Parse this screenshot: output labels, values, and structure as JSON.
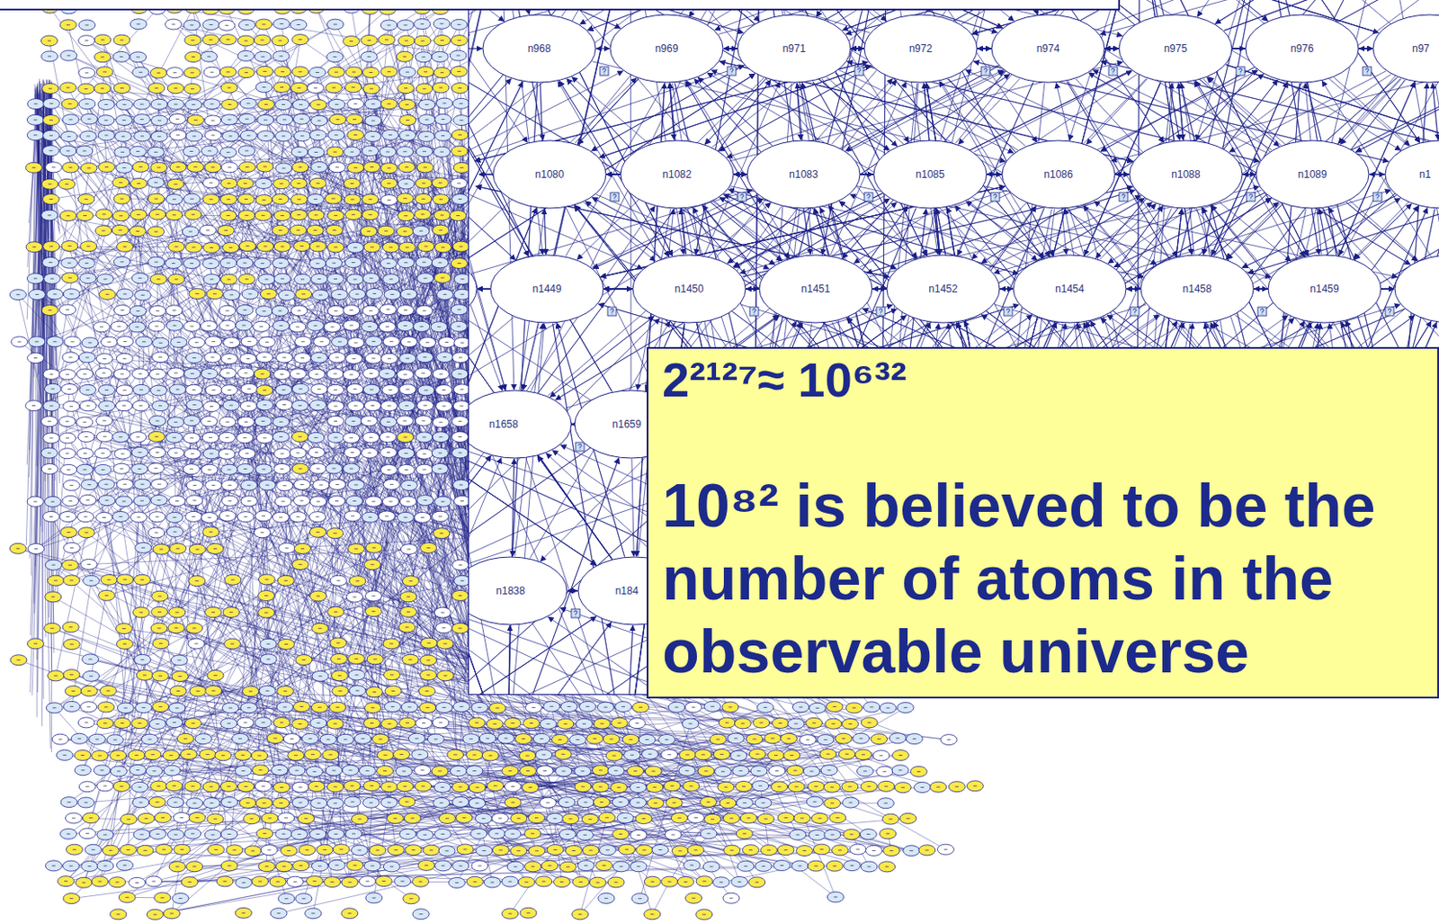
{
  "diagram": {
    "nodes": [
      {
        "text": [
          "n968"
        ]
      },
      {
        "text": [
          "n969"
        ]
      },
      {
        "text": [
          "n971"
        ]
      },
      {
        "text": [
          "n972"
        ]
      },
      {
        "text": [
          "n974"
        ]
      },
      {
        "text": [
          "n975"
        ]
      },
      {
        "text": [
          "n976"
        ]
      },
      {
        "text": [
          "n97"
        ]
      },
      {
        "text": [
          "n1080"
        ]
      },
      {
        "text": [
          "n1082"
        ]
      },
      {
        "text": [
          "n1083"
        ]
      },
      {
        "text": [
          "n1085"
        ]
      },
      {
        "text": [
          "n1086"
        ]
      },
      {
        "text": [
          "n1088"
        ]
      },
      {
        "text": [
          "n1089"
        ]
      },
      {
        "text": [
          "n1"
        ]
      },
      {
        "text": [
          "n1449"
        ]
      },
      {
        "text": [
          "n1450"
        ]
      },
      {
        "text": [
          "n1451"
        ]
      },
      {
        "text": [
          "n1452"
        ]
      },
      {
        "text": [
          "n1454"
        ]
      },
      {
        "text": [
          "n1458"
        ]
      },
      {
        "text": [
          "n1459"
        ]
      },
      {
        "text": [
          "n1658"
        ]
      },
      {
        "text": [
          "n1659"
        ]
      },
      {
        "text": [
          "n1838"
        ]
      },
      {
        "text": [
          "n184"
        ]
      },
      {
        "text": [
          "2²¹²⁷≈ 10⁶³²",
          "10⁸² is believed to be the number of atoms in the observable universe"
        ]
      }
    ]
  }
}
